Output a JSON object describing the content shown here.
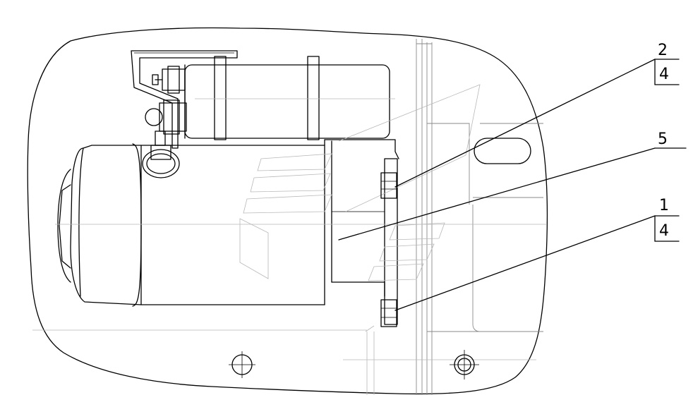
{
  "callouts": [
    {
      "number": "2",
      "ref": "4"
    },
    {
      "number": "5",
      "ref": ""
    },
    {
      "number": "1",
      "ref": "4"
    }
  ]
}
